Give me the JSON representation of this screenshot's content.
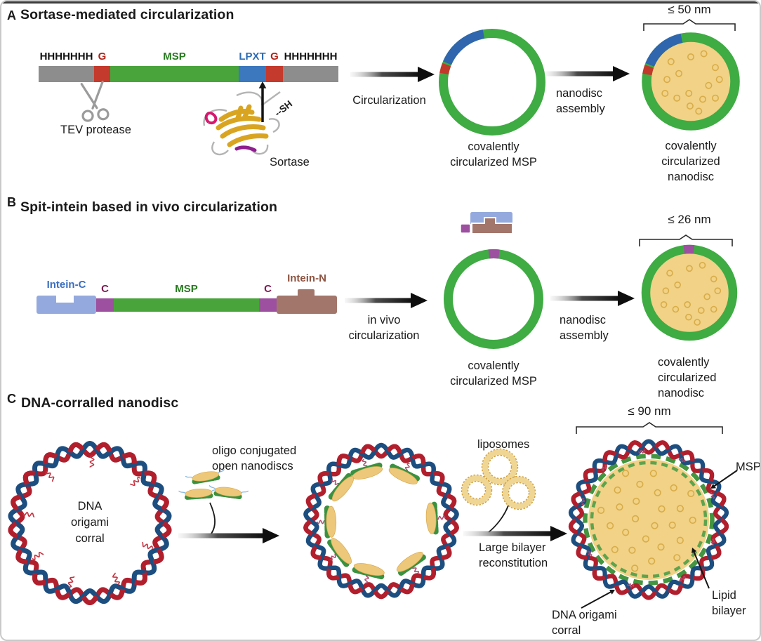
{
  "panelA": {
    "label": "A",
    "title": "Sortase-mediated circularization",
    "construct": {
      "his_left": "HHHHHHH",
      "g_left": "G",
      "msp": "MSP",
      "lpxt": "LPXT",
      "g_right": "G",
      "his_right": "HHHHHHH"
    },
    "tev_label": "TEV protease",
    "sortase_label": "Sortase",
    "sh_label": "--SH",
    "step1_label": "Circularization",
    "ring_caption": "covalently circularized MSP",
    "step2_label": "nanodisc assembly",
    "size_label": "≤ 50 nm",
    "disc_caption": "covalently circularized nanodisc"
  },
  "panelB": {
    "label": "B",
    "title": "Spit-intein based in vivo circularization",
    "construct": {
      "intein_c": "Intein-C",
      "c_left": "C",
      "msp": "MSP",
      "c_right": "C",
      "intein_n": "Intein-N"
    },
    "step1_label": "in vivo circularization",
    "ring_caption": "covalently circularized MSP",
    "step2_label": "nanodisc assembly",
    "size_label": "≤ 26 nm",
    "disc_caption": "covalently circularized nanodisc"
  },
  "panelC": {
    "label": "C",
    "title": "DNA-corralled nanodisc",
    "corral_center_label": "DNA origami corral",
    "oligo_label": "oligo conjugated open nanodiscs",
    "liposomes_label": "liposomes",
    "step2_label": "Large bilayer reconstitution",
    "size_label": "≤ 90 nm",
    "msp_label": "MSP",
    "lipid_label": "Lipid bilayer",
    "corral_label": "DNA origami corral"
  },
  "colors": {
    "msp_green": "#4aa43c",
    "ring_green": "#3fab43",
    "his_gray": "#8d8d8d",
    "linker_red": "#c43a2d",
    "lpxt_blue": "#3c78bd",
    "intein_purple": "#9d4fa0",
    "intein_c_blue": "#94aade",
    "intein_n_brown": "#a3766b",
    "lipid_tan": "#f1d286",
    "dna_red": "#b11f2d",
    "dna_blue": "#1d4e80"
  }
}
